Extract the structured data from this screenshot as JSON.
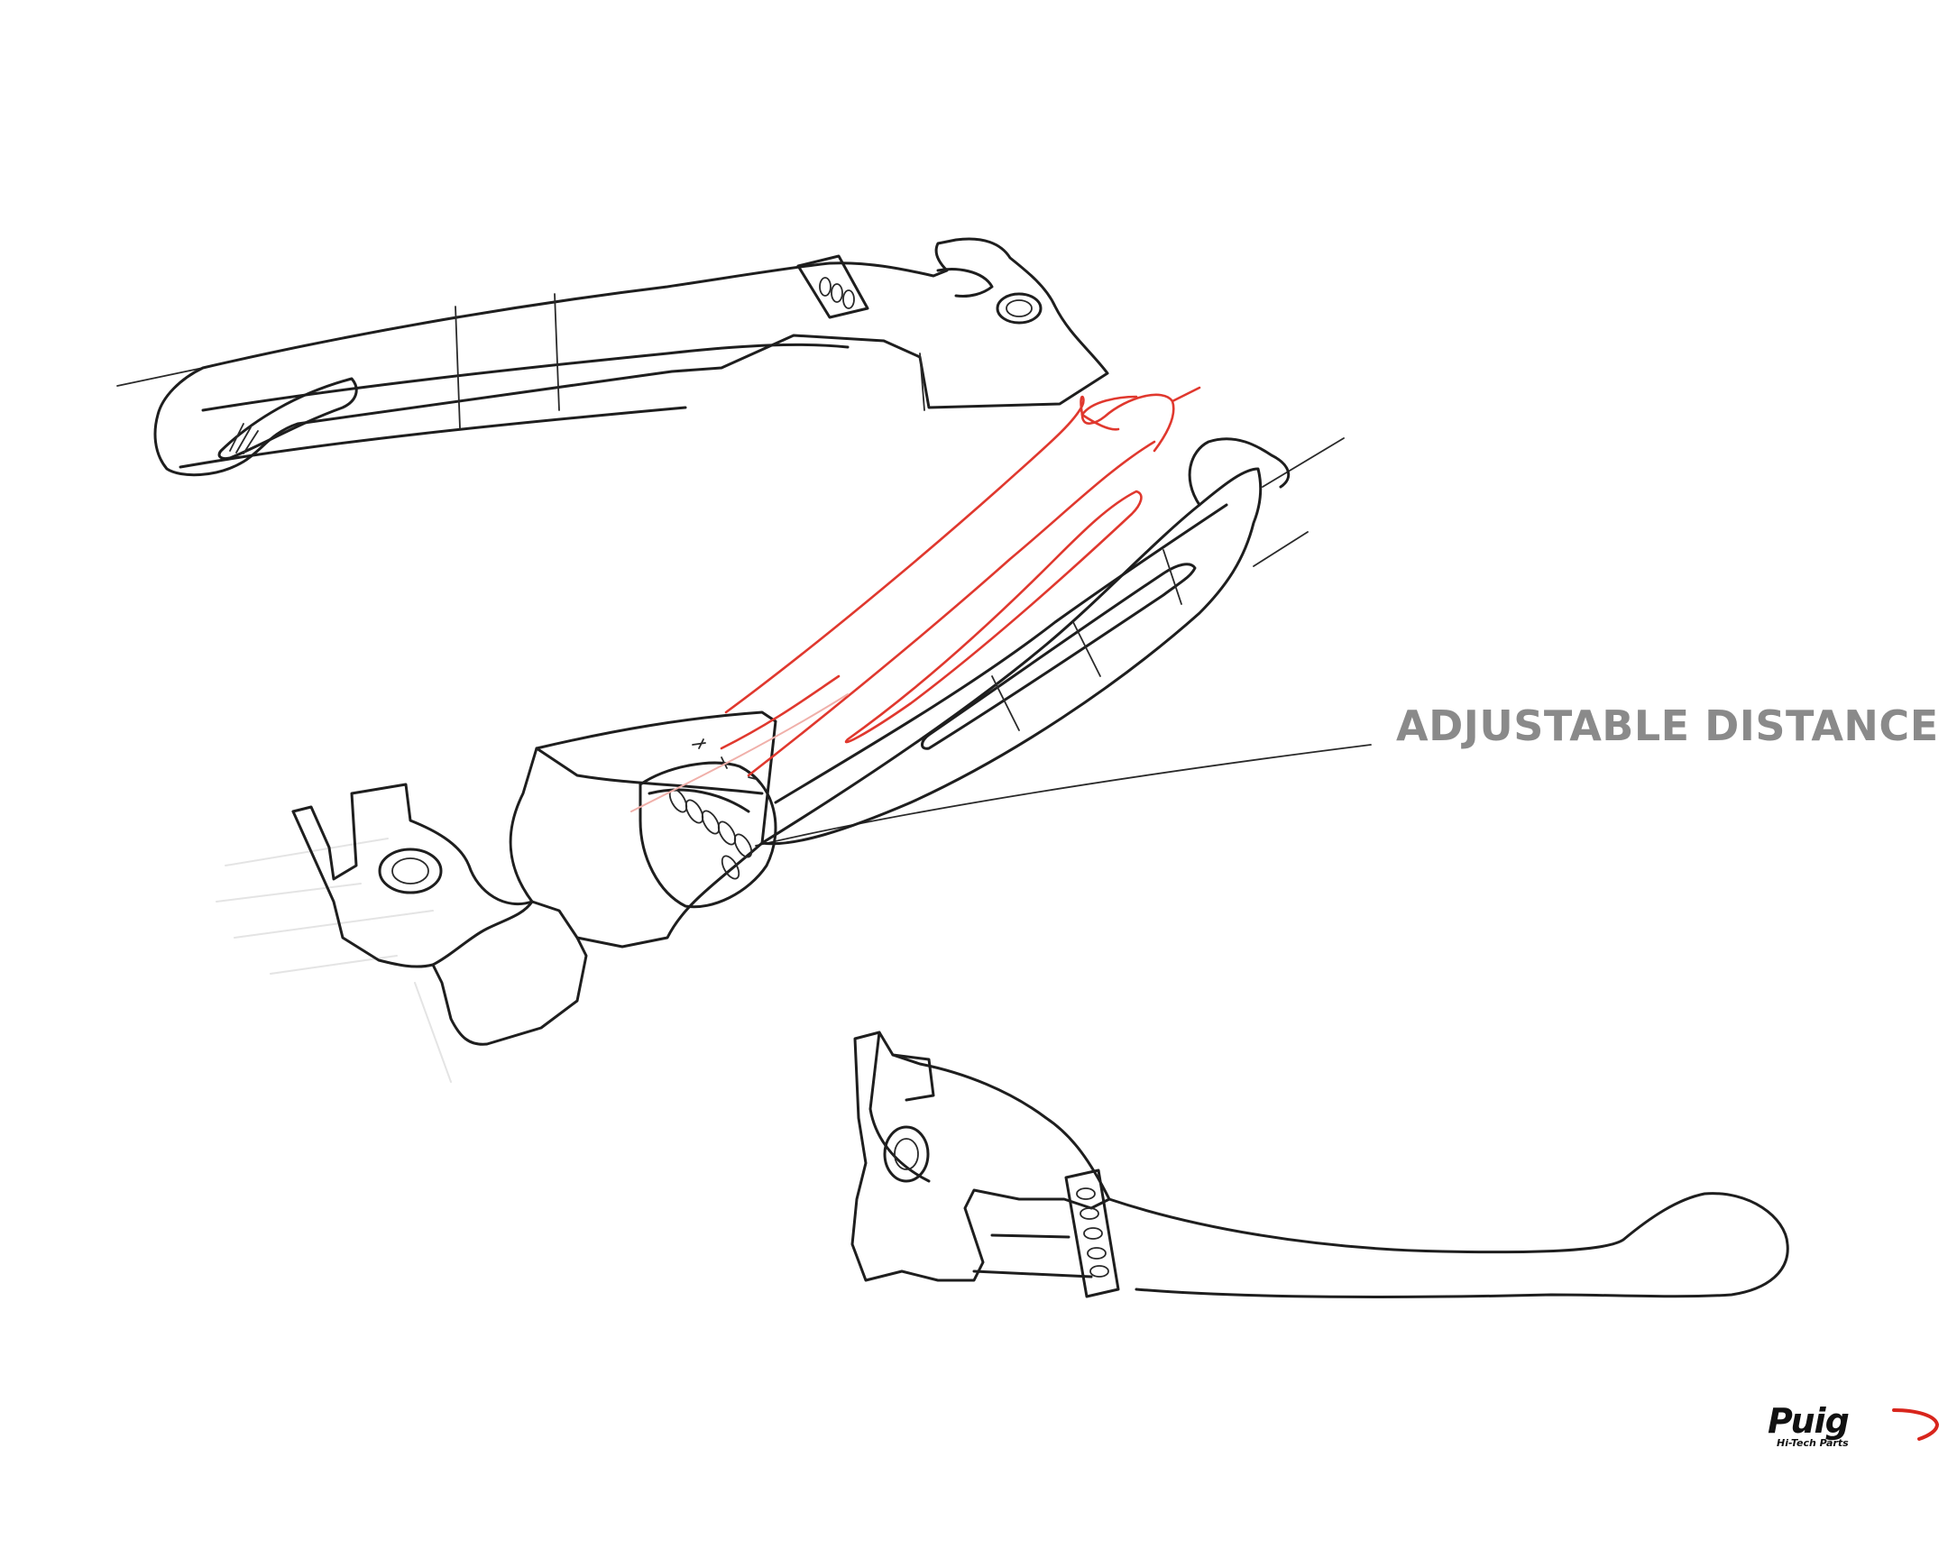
{
  "callout": {
    "label": "ADJUSTABLE DISTANCE"
  },
  "brand": {
    "name": "Puig",
    "tagline": "Hi-Tech Parts"
  },
  "colors": {
    "ink": "#1e1e1e",
    "highlight": "#e0382e",
    "label_gray": "#8a8a8a",
    "footer_line_start": "#f3c9c4",
    "footer_line_end": "#d8251c"
  },
  "icons": {
    "logo": "puig-logo-icon"
  }
}
